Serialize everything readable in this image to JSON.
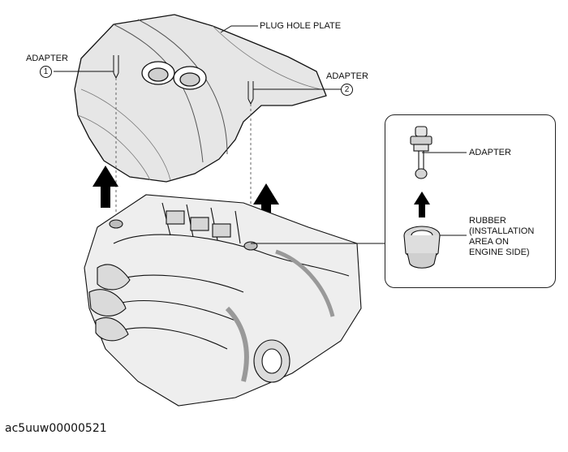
{
  "labels": {
    "plug_hole_plate": "PLUG HOLE PLATE",
    "adapter_1": "ADAPTER",
    "adapter_1_num": "1",
    "adapter_2": "ADAPTER",
    "adapter_2_num": "2",
    "inset_adapter": "ADAPTER",
    "inset_rubber": "RUBBER\n(INSTALLATION\nAREA ON\nENGINE SIDE)"
  },
  "caption": "ac5uuw00000521",
  "colors": {
    "ink": "#111111",
    "shade": "#d9d9d9",
    "light": "#efefef",
    "arrow": "#000000"
  },
  "icons": [
    "up-arrow-icon"
  ]
}
